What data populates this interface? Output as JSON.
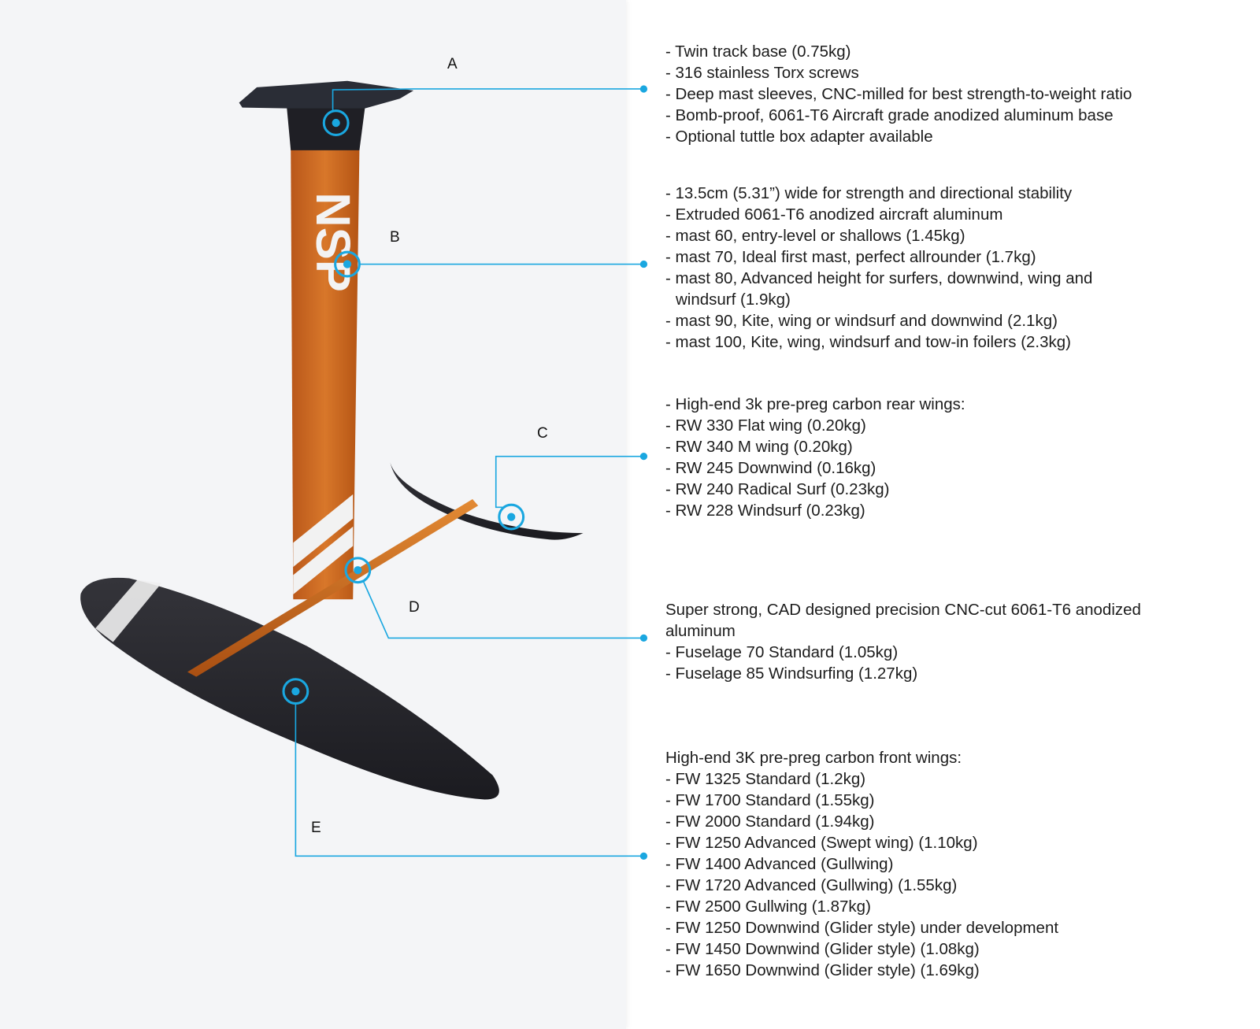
{
  "colors": {
    "accent": "#1aa7e0",
    "mast": "#c9661e",
    "carbon": "#25252b",
    "panel": "#f4f5f7"
  },
  "product": {
    "logo_text": "NSP"
  },
  "callouts": {
    "a": {
      "letter": "A",
      "lines": [
        "- Twin track base (0.75kg)",
        "- 316 stainless Torx screws",
        "- Deep mast sleeves, CNC-milled for best strength-to-weight ratio",
        "- Bomb-proof, 6061-T6 Aircraft grade anodized aluminum base",
        "- Optional tuttle box adapter available"
      ]
    },
    "b": {
      "letter": "B",
      "lines": [
        "- 13.5cm (5.31”) wide for strength and directional stability",
        "- Extruded 6061-T6 anodized aircraft aluminum",
        "- mast 60, entry-level or shallows (1.45kg)",
        "- mast 70, Ideal first mast, perfect allrounder (1.7kg)",
        "- mast 80, Advanced height for surfers, downwind, wing and",
        "windsurf (1.9kg)",
        "- mast 90, Kite, wing or windsurf and downwind (2.1kg)",
        "- mast 100, Kite, wing, windsurf and tow-in foilers (2.3kg)"
      ]
    },
    "c": {
      "letter": "C",
      "lines": [
        "- High-end 3k pre-preg carbon rear wings:",
        "- RW 330 Flat wing (0.20kg)",
        "- RW 340 M wing (0.20kg)",
        "- RW 245 Downwind (0.16kg)",
        "- RW 240 Radical Surf (0.23kg)",
        "- RW 228 Windsurf (0.23kg)"
      ]
    },
    "d": {
      "letter": "D",
      "lines": [
        "Super strong, CAD designed precision CNC-cut 6061-T6 anodized",
        "aluminum",
        "- Fuselage 70 Standard (1.05kg)",
        "- Fuselage 85 Windsurfing (1.27kg)"
      ]
    },
    "e": {
      "letter": "E",
      "lines": [
        "High-end 3K pre-preg carbon front wings:",
        "- FW 1325 Standard (1.2kg)",
        "- FW 1700 Standard (1.55kg)",
        "- FW 2000 Standard (1.94kg)",
        "- FW 1250 Advanced  (Swept wing) (1.10kg)",
        "- FW 1400 Advanced  (Gullwing)",
        "- FW 1720 Advanced (Gullwing) (1.55kg)",
        "- FW 2500 Gullwing (1.87kg)",
        "- FW 1250 Downwind (Glider style) under development",
        "- FW 1450 Downwind (Glider style) (1.08kg)",
        "- FW 1650 Downwind (Glider style) (1.69kg)"
      ]
    }
  }
}
